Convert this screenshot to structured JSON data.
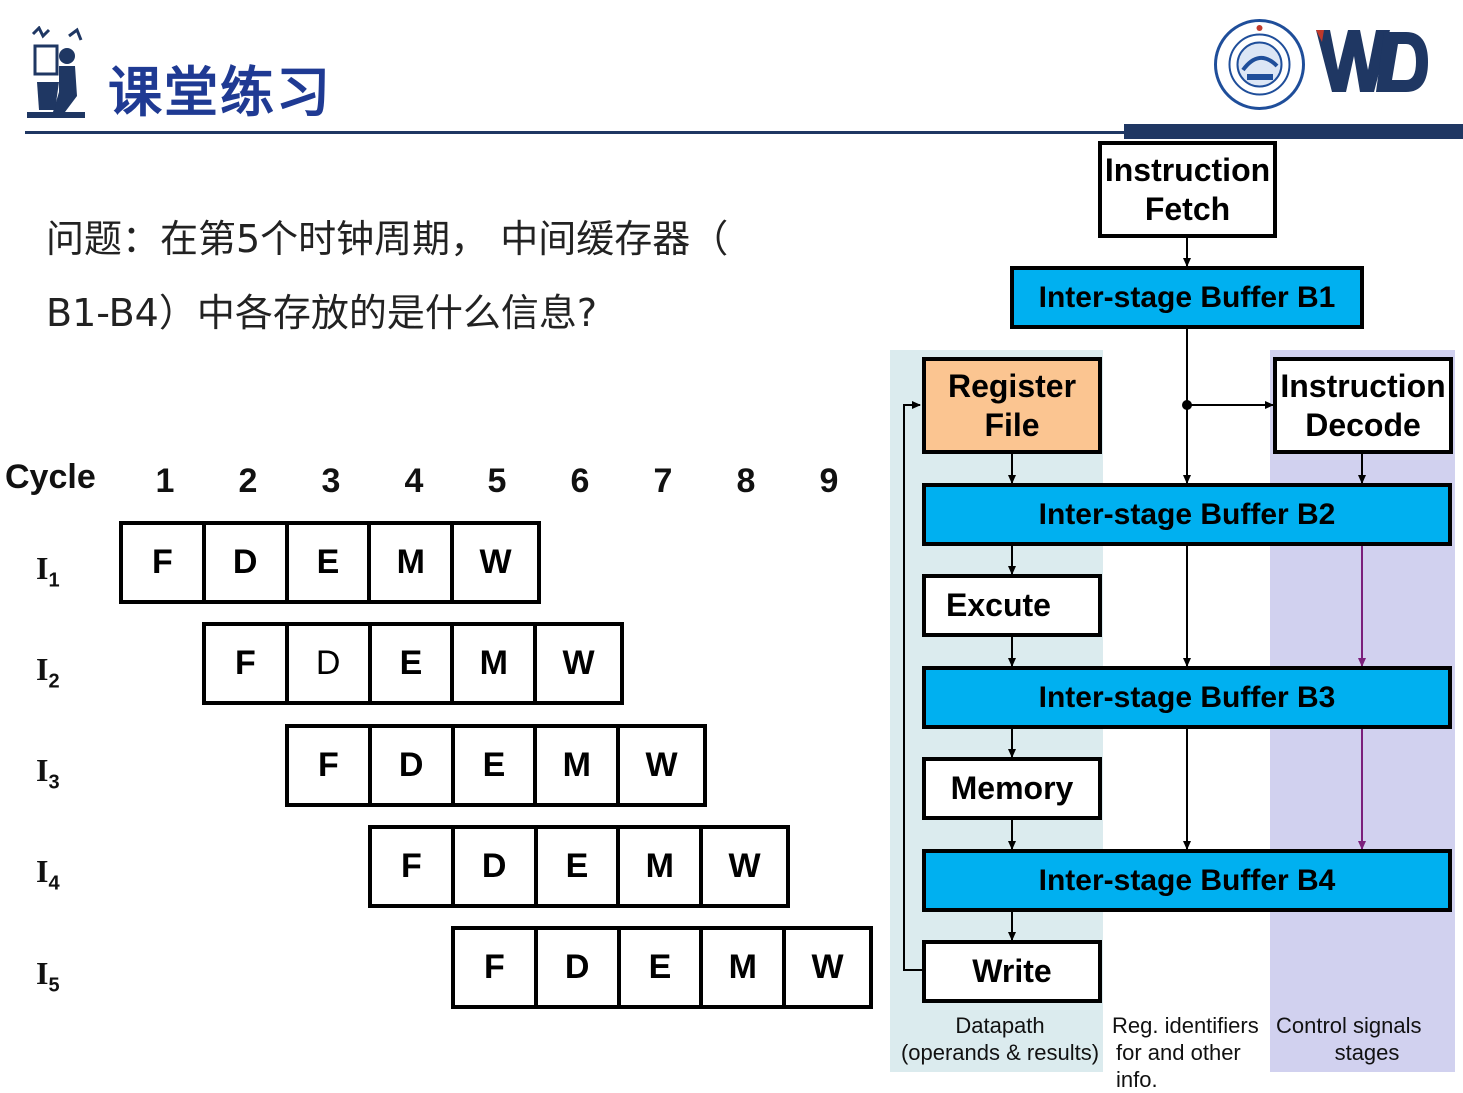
{
  "slide": {
    "title": "课堂练习",
    "question_line1": "问题：在第5个时钟周期， 中间缓存器（",
    "question_line2": "B1-B4）中各存放的是什么信息?"
  },
  "pipeline_table": {
    "cycle_label": "Cycle",
    "cycles": [
      "1",
      "2",
      "3",
      "4",
      "5",
      "6",
      "7",
      "8",
      "9"
    ],
    "instructions": [
      {
        "label": "I",
        "sub": "1",
        "stages": [
          "F",
          "D",
          "E",
          "M",
          "W"
        ]
      },
      {
        "label": "I",
        "sub": "2",
        "stages": [
          "F",
          "D",
          "E",
          "M",
          "W"
        ]
      },
      {
        "label": "I",
        "sub": "3",
        "stages": [
          "F",
          "D",
          "E",
          "M",
          "W"
        ]
      },
      {
        "label": "I",
        "sub": "4",
        "stages": [
          "F",
          "D",
          "E",
          "M",
          "W"
        ]
      },
      {
        "label": "I",
        "sub": "5",
        "stages": [
          "F",
          "D",
          "E",
          "M",
          "W"
        ]
      }
    ]
  },
  "diagram": {
    "instruction_fetch": "Instruction Fetch",
    "buffer_b1": "Inter-stage Buffer B1",
    "register_file": "Register File",
    "instruction_decode": "Instruction Decode",
    "buffer_b2": "Inter-stage Buffer B2",
    "execute": "Excute",
    "buffer_b3": "Inter-stage Buffer B3",
    "memory": "Memory",
    "buffer_b4": "Inter-stage Buffer B4",
    "write": "Write",
    "caption_datapath_1": "Datapath",
    "caption_datapath_2": "(operands & results)",
    "caption_reg_1": "Reg. identifiers",
    "caption_reg_2": "for and other info.",
    "caption_ctrl_1": "Control signals",
    "caption_ctrl_2": "stages"
  },
  "colors": {
    "title": "#1f3a93",
    "buffer": "#00b0f0",
    "register_file": "#fbc591",
    "datapath_bg": "#dbebee",
    "control_bg": "#d1d1ef",
    "control_arrow": "#7b1f7b",
    "rule": "#1f3763"
  },
  "logos": {
    "left": "figure-icon",
    "right_seal": "university-seal",
    "right_mark": "WD-logo"
  }
}
